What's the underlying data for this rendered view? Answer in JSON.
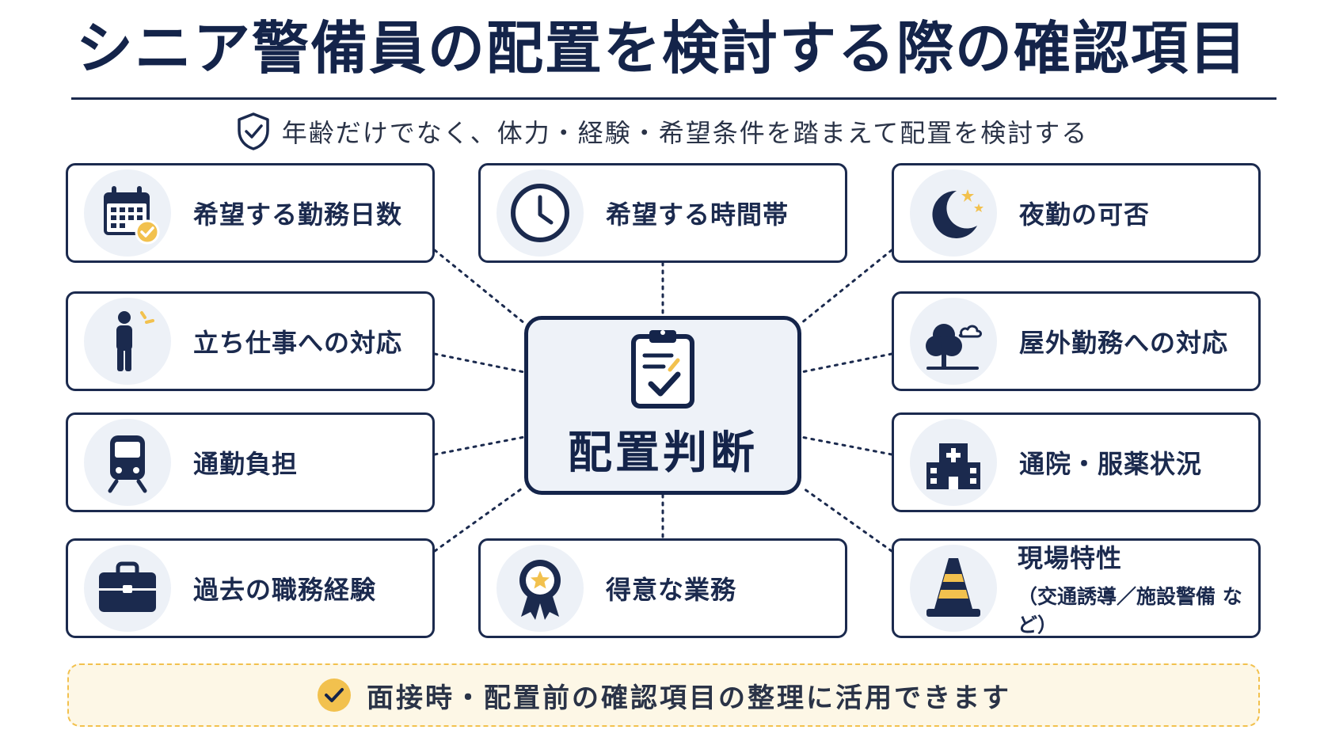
{
  "title": "シニア警備員の配置を検討する際の確認項目",
  "subtitle": "年齢だけでなく、体力・経験・希望条件を踏まえて配置を検討する",
  "center": {
    "label": "配置判断"
  },
  "items": {
    "workdays": {
      "label": "希望する勤務日数",
      "icon": "calendar-check-icon"
    },
    "timeslot": {
      "label": "希望する時間帯",
      "icon": "clock-icon"
    },
    "nightshift": {
      "label": "夜勤の可否",
      "icon": "moon-stars-icon"
    },
    "standing": {
      "label": "立ち仕事への対応",
      "icon": "standing-person-icon"
    },
    "outdoor": {
      "label": "屋外勤務への対応",
      "icon": "tree-cloud-icon"
    },
    "commute": {
      "label": "通勤負担",
      "icon": "train-icon"
    },
    "hospital": {
      "label": "通院・服薬状況",
      "icon": "hospital-icon"
    },
    "experience": {
      "label": "過去の職務経験",
      "icon": "briefcase-icon"
    },
    "strengths": {
      "label": "得意な業務",
      "icon": "award-ribbon-icon"
    },
    "site": {
      "label": "現場特性",
      "sublabel": "（交通誘導／施設警備 など）",
      "icon": "traffic-cone-icon"
    }
  },
  "footer": {
    "text": "面接時・配置前の確認項目の整理に活用できます",
    "icon": "check-circle-icon"
  },
  "colors": {
    "navy": "#1b2a4e",
    "accent": "#f2c14e",
    "icon_bg": "#edf1f7",
    "footer_bg": "#fdf7e6"
  }
}
